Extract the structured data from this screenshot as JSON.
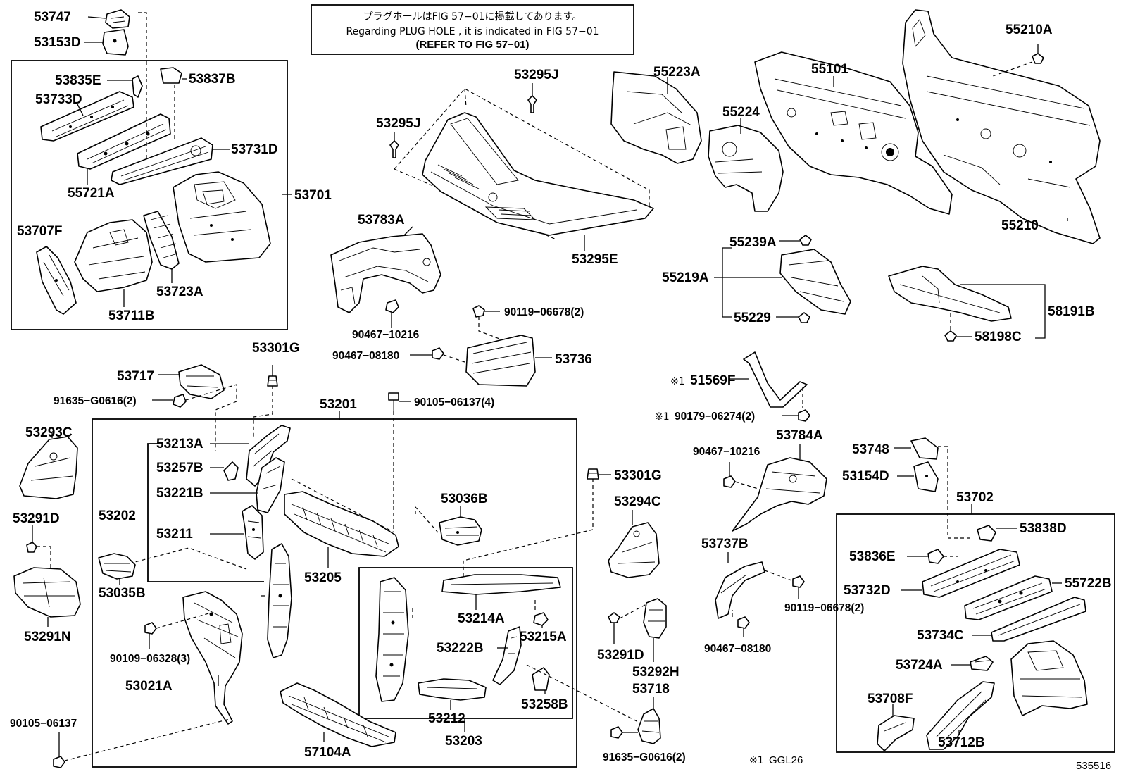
{
  "notice": {
    "line_jp": "プラグホールはFIG 57−01に掲載してあります。",
    "line_en": "Regarding PLUG HOLE , it is indicated in FIG 57−01",
    "line_ref": "(REFER TO FIG 57−01)"
  },
  "labels": {
    "p53747": "53747",
    "p53153D": "53153D",
    "p53835E": "53835E",
    "p53837B": "53837B",
    "p53733D": "53733D",
    "p53731D": "53731D",
    "p55721A": "55721A",
    "p53701": "53701",
    "p53707F": "53707F",
    "p53723A": "53723A",
    "p53711B": "53711B",
    "p53295J_a": "53295J",
    "p53295J_b": "53295J",
    "p53295E": "53295E",
    "p53783A": "53783A",
    "p90467_10216_a": "90467−10216",
    "p90119_06678_a": "90119−06678(2)",
    "p90467_08180_a": "90467−08180",
    "p53736": "53736",
    "p55223A": "55223A",
    "p55224": "55224",
    "p55101": "55101",
    "p55210A": "55210A",
    "p55210": "55210",
    "p55239A": "55239A",
    "p55219A": "55219A",
    "p55229": "55229",
    "p58191B": "58191B",
    "p58198C": "58198C",
    "p53301G_a": "53301G",
    "p53717": "53717",
    "p91635_a": "91635−G0616(2)",
    "p53201": "53201",
    "p90105_06137_4": "90105−06137(4)",
    "p53293C": "53293C",
    "p53213A": "53213A",
    "p53257B": "53257B",
    "p53221B": "53221B",
    "p53202": "53202",
    "p53211": "53211",
    "p53291D_a": "53291D",
    "p53035B": "53035B",
    "p53291N": "53291N",
    "p53205": "53205",
    "p53036B": "53036B",
    "p53301G_b": "53301G",
    "p53294C": "53294C",
    "p53214A": "53214A",
    "p53215A": "53215A",
    "p53222B": "53222B",
    "p90109_06328": "90109−06328(3)",
    "p53021A": "53021A",
    "p53212": "53212",
    "p53258B": "53258B",
    "p53203": "53203",
    "p90105_06137": "90105−06137",
    "p57104A": "57104A",
    "p53291D_b": "53291D",
    "p53292H": "53292H",
    "p53718": "53718",
    "p91635_b": "91635−G0616(2)",
    "p51569F": "51569F",
    "p90179_06274": "90179−06274(2)",
    "p90467_10216_b": "90467−10216",
    "p53784A": "53784A",
    "p53737B": "53737B",
    "p90119_06678_b": "90119−06678(2)",
    "p90467_08180_b": "90467−08180",
    "p53748": "53748",
    "p53154D": "53154D",
    "p53702": "53702",
    "p53838D": "53838D",
    "p53836E": "53836E",
    "p53732D": "53732D",
    "p55722B": "55722B",
    "p53734C": "53734C",
    "p53724A": "53724A",
    "p53708F": "53708F",
    "p53712B": "53712B"
  },
  "footnotes": {
    "mark_a": "※1",
    "mark_b": "※1",
    "mark_c": "※1",
    "ggl": "GGL26",
    "figure_no": "535516"
  }
}
